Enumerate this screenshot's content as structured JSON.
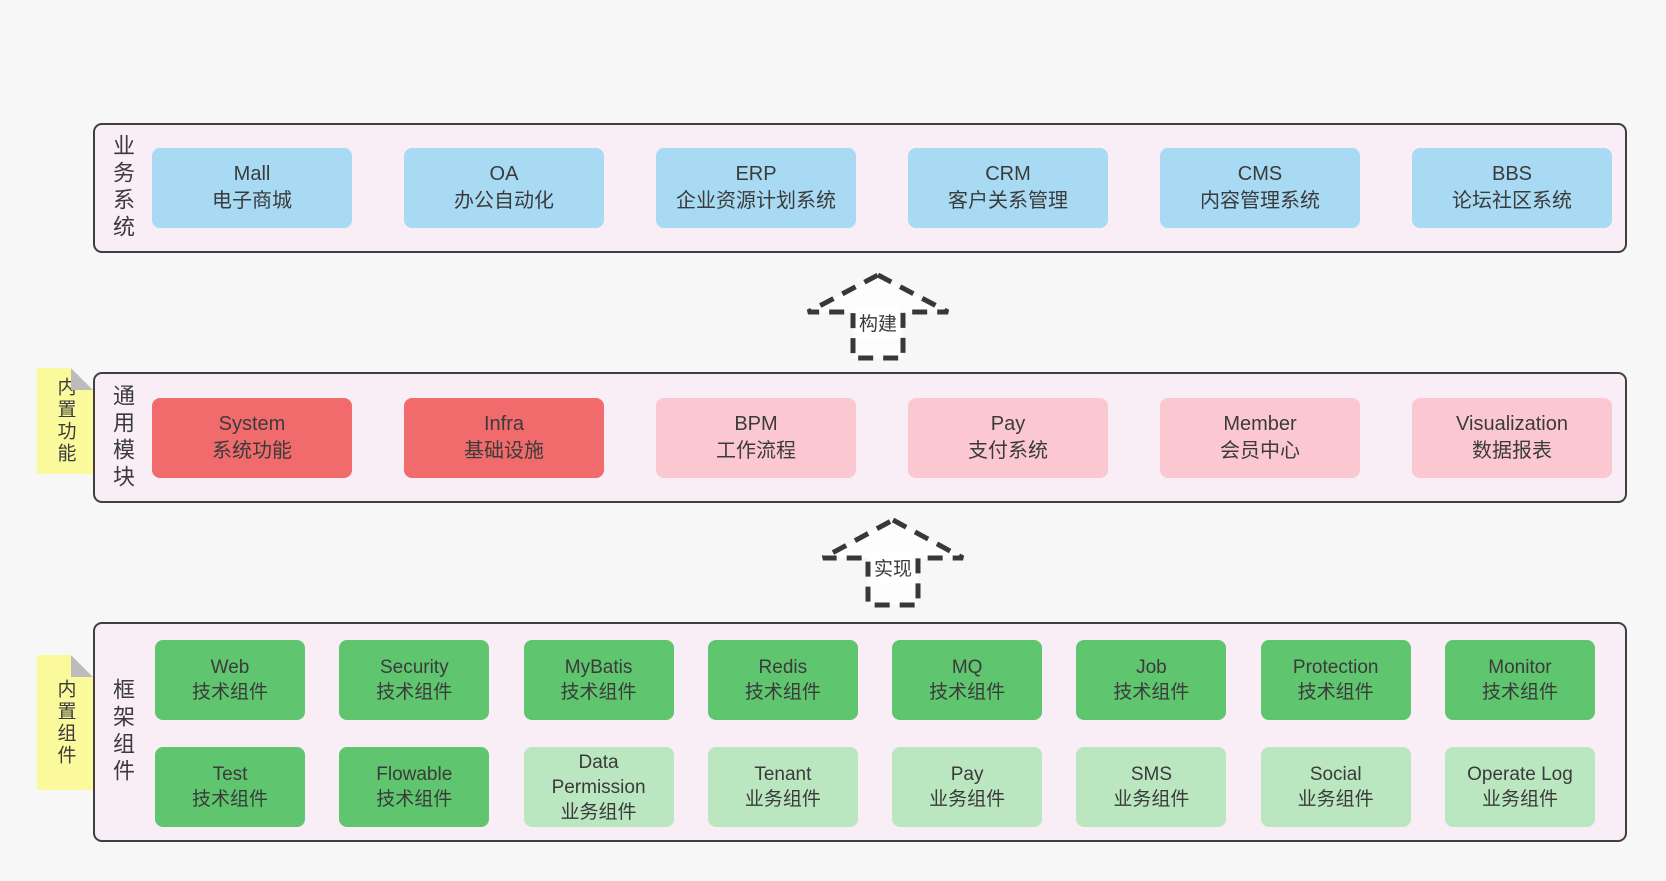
{
  "colors": {
    "page-bg": "#f7f7f7",
    "panel-bg": "#f9eef6",
    "panel-border": "#404040",
    "blue": "#a8daf4",
    "red": "#f16b6c",
    "pink": "#fbc8d1",
    "green": "#5fc56e",
    "lightgreen": "#bae6c0",
    "yellow": "#fafa9d",
    "fold": "#bcbcbc",
    "text": "#3b3b3b",
    "arrow": "#383838"
  },
  "sections": {
    "business": {
      "label": "业务系统",
      "items": [
        {
          "en": "Mall",
          "zh": "电子商城",
          "variant": "blue"
        },
        {
          "en": "OA",
          "zh": "办公自动化",
          "variant": "blue"
        },
        {
          "en": "ERP",
          "zh": "企业资源计划系统",
          "variant": "blue"
        },
        {
          "en": "CRM",
          "zh": "客户关系管理",
          "variant": "blue"
        },
        {
          "en": "CMS",
          "zh": "内容管理系统",
          "variant": "blue"
        },
        {
          "en": "BBS",
          "zh": "论坛社区系统",
          "variant": "blue"
        }
      ]
    },
    "common": {
      "label": "通用模块",
      "sticky": "内置功能",
      "items": [
        {
          "en": "System",
          "zh": "系统功能",
          "variant": "red"
        },
        {
          "en": "Infra",
          "zh": "基础设施",
          "variant": "red"
        },
        {
          "en": "BPM",
          "zh": "工作流程",
          "variant": "pink"
        },
        {
          "en": "Pay",
          "zh": "支付系统",
          "variant": "pink"
        },
        {
          "en": "Member",
          "zh": "会员中心",
          "variant": "pink"
        },
        {
          "en": "Visualization",
          "zh": "数据报表",
          "variant": "pink"
        }
      ]
    },
    "framework": {
      "label": "框架组件",
      "sticky": "内置组件",
      "row1": [
        {
          "en": "Web",
          "zh": "技术组件",
          "variant": "green"
        },
        {
          "en": "Security",
          "zh": "技术组件",
          "variant": "green"
        },
        {
          "en": "MyBatis",
          "zh": "技术组件",
          "variant": "green"
        },
        {
          "en": "Redis",
          "zh": "技术组件",
          "variant": "green"
        },
        {
          "en": "MQ",
          "zh": "技术组件",
          "variant": "green"
        },
        {
          "en": "Job",
          "zh": "技术组件",
          "variant": "green"
        },
        {
          "en": "Protection",
          "zh": "技术组件",
          "variant": "green"
        },
        {
          "en": "Monitor",
          "zh": "技术组件",
          "variant": "green"
        }
      ],
      "row2": [
        {
          "en": "Test",
          "zh": "技术组件",
          "variant": "green"
        },
        {
          "en": "Flowable",
          "zh": "技术组件",
          "variant": "green"
        },
        {
          "en": "Data Permission",
          "zh": "业务组件",
          "variant": "lightgreen"
        },
        {
          "en": "Tenant",
          "zh": "业务组件",
          "variant": "lightgreen"
        },
        {
          "en": "Pay",
          "zh": "业务组件",
          "variant": "lightgreen"
        },
        {
          "en": "SMS",
          "zh": "业务组件",
          "variant": "lightgreen"
        },
        {
          "en": "Social",
          "zh": "业务组件",
          "variant": "lightgreen"
        },
        {
          "en": "Operate Log",
          "zh": "业务组件",
          "variant": "lightgreen"
        }
      ]
    }
  },
  "arrows": {
    "build": "构建",
    "implement": "实现"
  }
}
